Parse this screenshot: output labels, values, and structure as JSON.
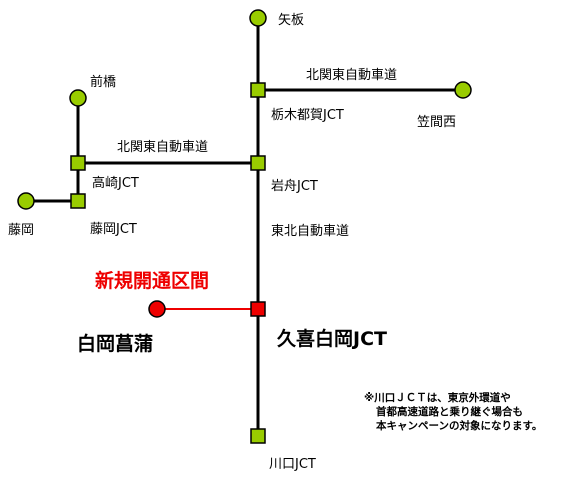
{
  "colors": {
    "line": "#000000",
    "new_section": "#ee0000",
    "node": "#99cc00",
    "node_new": "#ee0000"
  },
  "labels": {
    "yaita": "矢板",
    "kitakanto_east": "北関東自動車道",
    "tochigi_tsuga_jct": "栃木都賀JCT",
    "kasama_nishi": "笠間西",
    "maebashi": "前橋",
    "kitakanto_west": "北関東自動車道",
    "takasaki_jct": "高崎JCT",
    "iwafune_jct": "岩舟JCT",
    "fujioka": "藤岡",
    "fujioka_jct": "藤岡JCT",
    "tohoku_expressway": "東北自動車道",
    "new_section": "新規開通区間",
    "shiraoka_shobu": "白岡菖蒲",
    "kuki_shiraoka_jct": "久喜白岡JCT",
    "kawaguchi_jct": "川口JCT"
  },
  "note": {
    "line1": "※川口ＪＣＴは、東京外環道や",
    "line2": "首都高速道路と乗り継ぐ場合も",
    "line3": "本キャンペーンの対象になります。"
  }
}
